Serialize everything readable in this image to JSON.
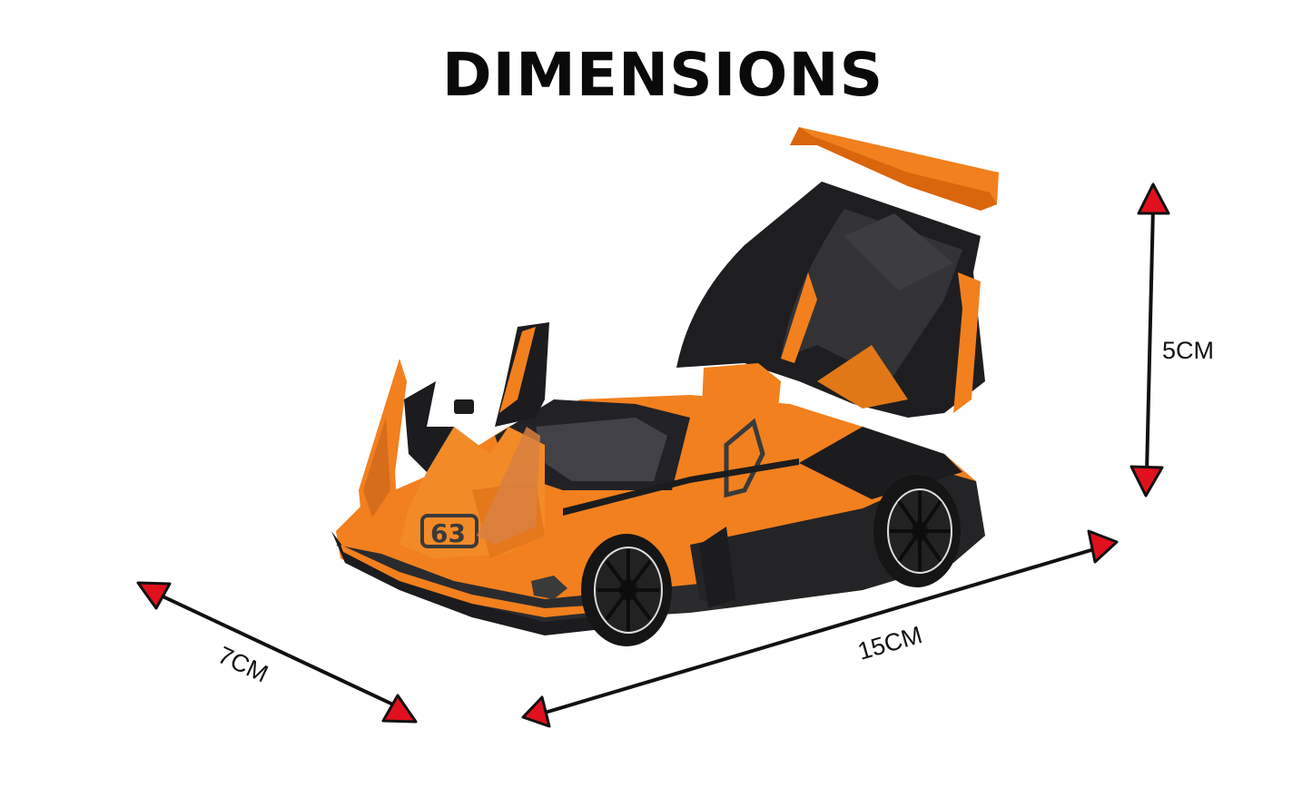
{
  "title": "DIMENSIONS",
  "product": {
    "name": "orange-black-supercar-model",
    "badge_number": "63",
    "colors": {
      "body": "#f2801e",
      "body_dark": "#d9650c",
      "trim": "#1c1c1e",
      "carbon": "#2b2b2e"
    }
  },
  "dimensions": {
    "height": {
      "label": "5CM"
    },
    "length": {
      "label": "15CM"
    },
    "width": {
      "label": "7CM"
    }
  },
  "arrow_colors": {
    "head": "#e0101e",
    "line": "#111111"
  }
}
